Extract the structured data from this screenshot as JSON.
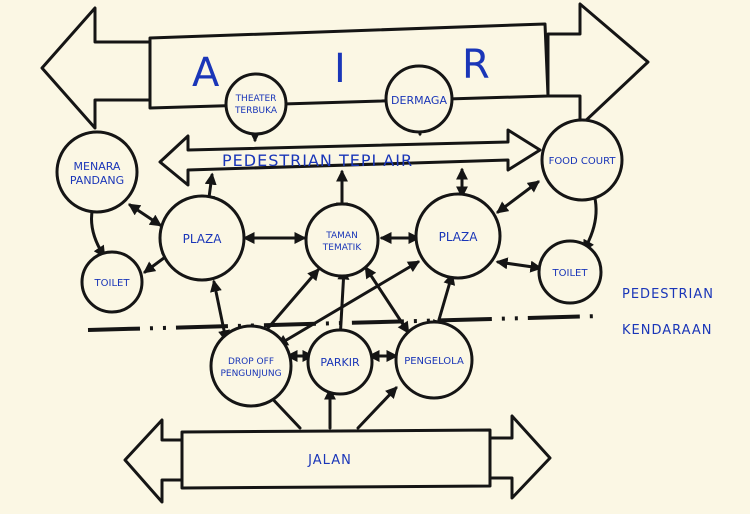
{
  "title": "",
  "colors": {
    "paper": "#fbf7e4",
    "ink": "#151515",
    "label": "#1a36b8"
  },
  "top_band": {
    "letters": [
      "A",
      "I",
      "R"
    ]
  },
  "nodes": {
    "theater": {
      "line1": "THEATER",
      "line2": "TERBUKA"
    },
    "dermaga": "DERMAGA",
    "menara": {
      "line1": "MENARA",
      "line2": "PANDANG"
    },
    "food_court": "FOOD COURT",
    "plaza_left": "PLAZA",
    "taman": {
      "line1": "TAMAN",
      "line2": "TEMATIK"
    },
    "plaza_right": "PLAZA",
    "toilet_left": "TOILET",
    "toilet_right": "TOILET",
    "drop_off": {
      "line1": "DROP OFF",
      "line2": "PENGUNJUNG"
    },
    "parkir": "PARKIR",
    "pengelola": "PENGELOLA"
  },
  "pedestrian_tepi_air": "PEDESTRIAN TEPI AIR",
  "legend": {
    "pedestrian": "PEDESTRIAN",
    "kendaraan": "KENDARAAN"
  },
  "bottom_band": "JALAN"
}
